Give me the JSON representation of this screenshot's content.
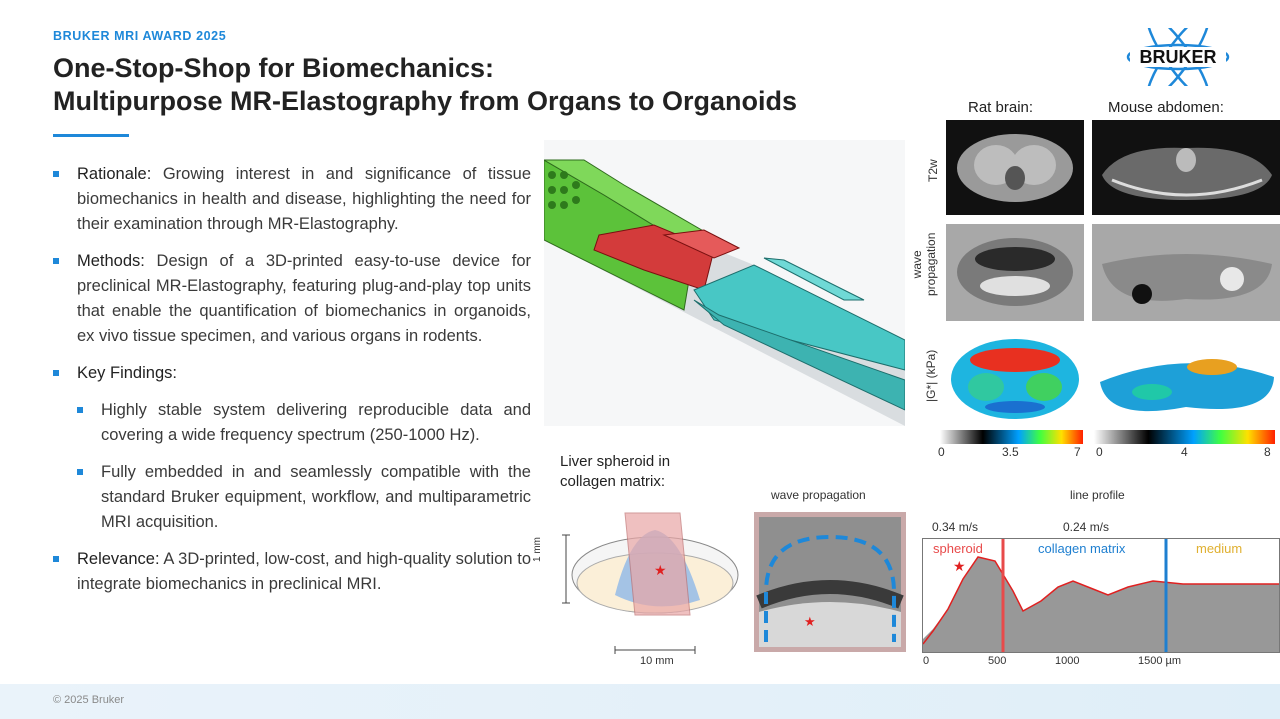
{
  "header": {
    "kicker": "BRUKER MRI AWARD 2025",
    "title_line1": "One-Stop-Shop for Biomechanics:",
    "title_line2": "Multipurpose MR-Elastography from Organs to Organoids",
    "logo_text": "BRUKER"
  },
  "bullets": {
    "rationale_head": "Rationale:",
    "rationale_text": " Growing interest in and significance of tissue biomechanics in health and disease, highlighting the need for their examination through MR-Elastography.",
    "methods_head": "Methods:",
    "methods_text": " Design of a 3D-printed easy-to-use device for preclinical MR-Elastography, featuring plug-and-play top units that enable the quantification of biomechanics in organoids, ex vivo tissue specimen, and various organs in rodents.",
    "findings_head": "Key Findings:",
    "finding1": "Highly stable system delivering reproducible data and covering a wide frequency spectrum (250-1000 Hz).",
    "finding2": "Fully embedded in and seamlessly compatible with the standard Bruker equipment, workflow, and multiparametric MRI acquisition.",
    "relevance_head": "Relevance:",
    "relevance_text": " A 3D-printed, low-cost, and high-quality solution to integrate biomechanics in preclinical MRI."
  },
  "mri_panel": {
    "col1": "Rat brain:",
    "col2": "Mouse abdomen:",
    "row1": "T2w",
    "row2_a": "wave",
    "row2_b": "propagation",
    "row3": "|G*| (kPa)",
    "scale1": [
      "0",
      "3.5",
      "7"
    ],
    "scale2": [
      "0",
      "4",
      "8"
    ]
  },
  "spheroid": {
    "label_line1": "Liver spheroid in",
    "label_line2": "collagen matrix:",
    "dim_vertical": "1 mm",
    "dim_horizontal": "10 mm",
    "wave_title": "wave propagation"
  },
  "line_profile": {
    "title": "line profile",
    "speed1": "0.34 m/s",
    "speed2": "0.24 m/s",
    "region1": "spheroid",
    "region2": "collagen matrix",
    "region3": "medium",
    "x_ticks": [
      "0",
      "500",
      "1000",
      "1500 µm"
    ],
    "colors": {
      "spheroid": "#e84a4a",
      "collagen": "#1e7fd0",
      "medium": "#e0b030"
    }
  },
  "footer": {
    "copyright": "© 2025 Bruker"
  }
}
